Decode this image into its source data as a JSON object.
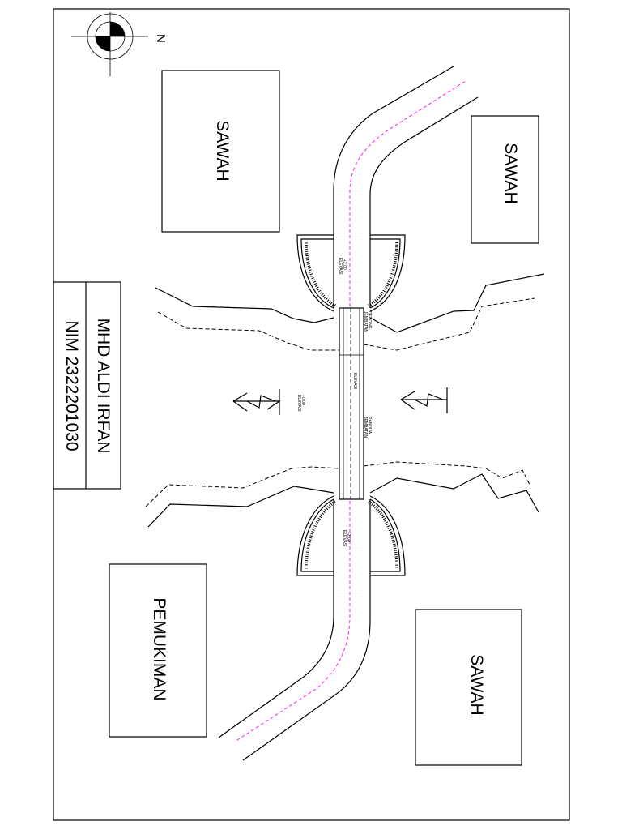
{
  "compass": {
    "north_label": "N"
  },
  "land_areas": {
    "sawah_top_left": "SAWAH",
    "sawah_top_right": "SAWAH",
    "pemukiman": "PEMUKIMAN",
    "sawah_bottom_right": "SAWAH"
  },
  "title_block": {
    "name": "MHD ALDI IRFAN",
    "nim": "NIM 2322201030"
  },
  "annotations": {
    "elev_top": "ELEVASI",
    "elev_top_value": "+2,00",
    "bridge_upper": "JEMBATAN",
    "bridge_upper_2": "DEKONG",
    "elev_mid": "ELEVASI",
    "bridge_main": "JEMBATAN",
    "bridge_main_2": "RANDUA",
    "elev_river": "ELEVASI",
    "elev_river_value": "+0,00",
    "elev_bottom": "ELEVASI",
    "elev_bottom_value": "+2,00"
  },
  "colors": {
    "centerline": "#ff00ff",
    "lines": "#000000"
  }
}
